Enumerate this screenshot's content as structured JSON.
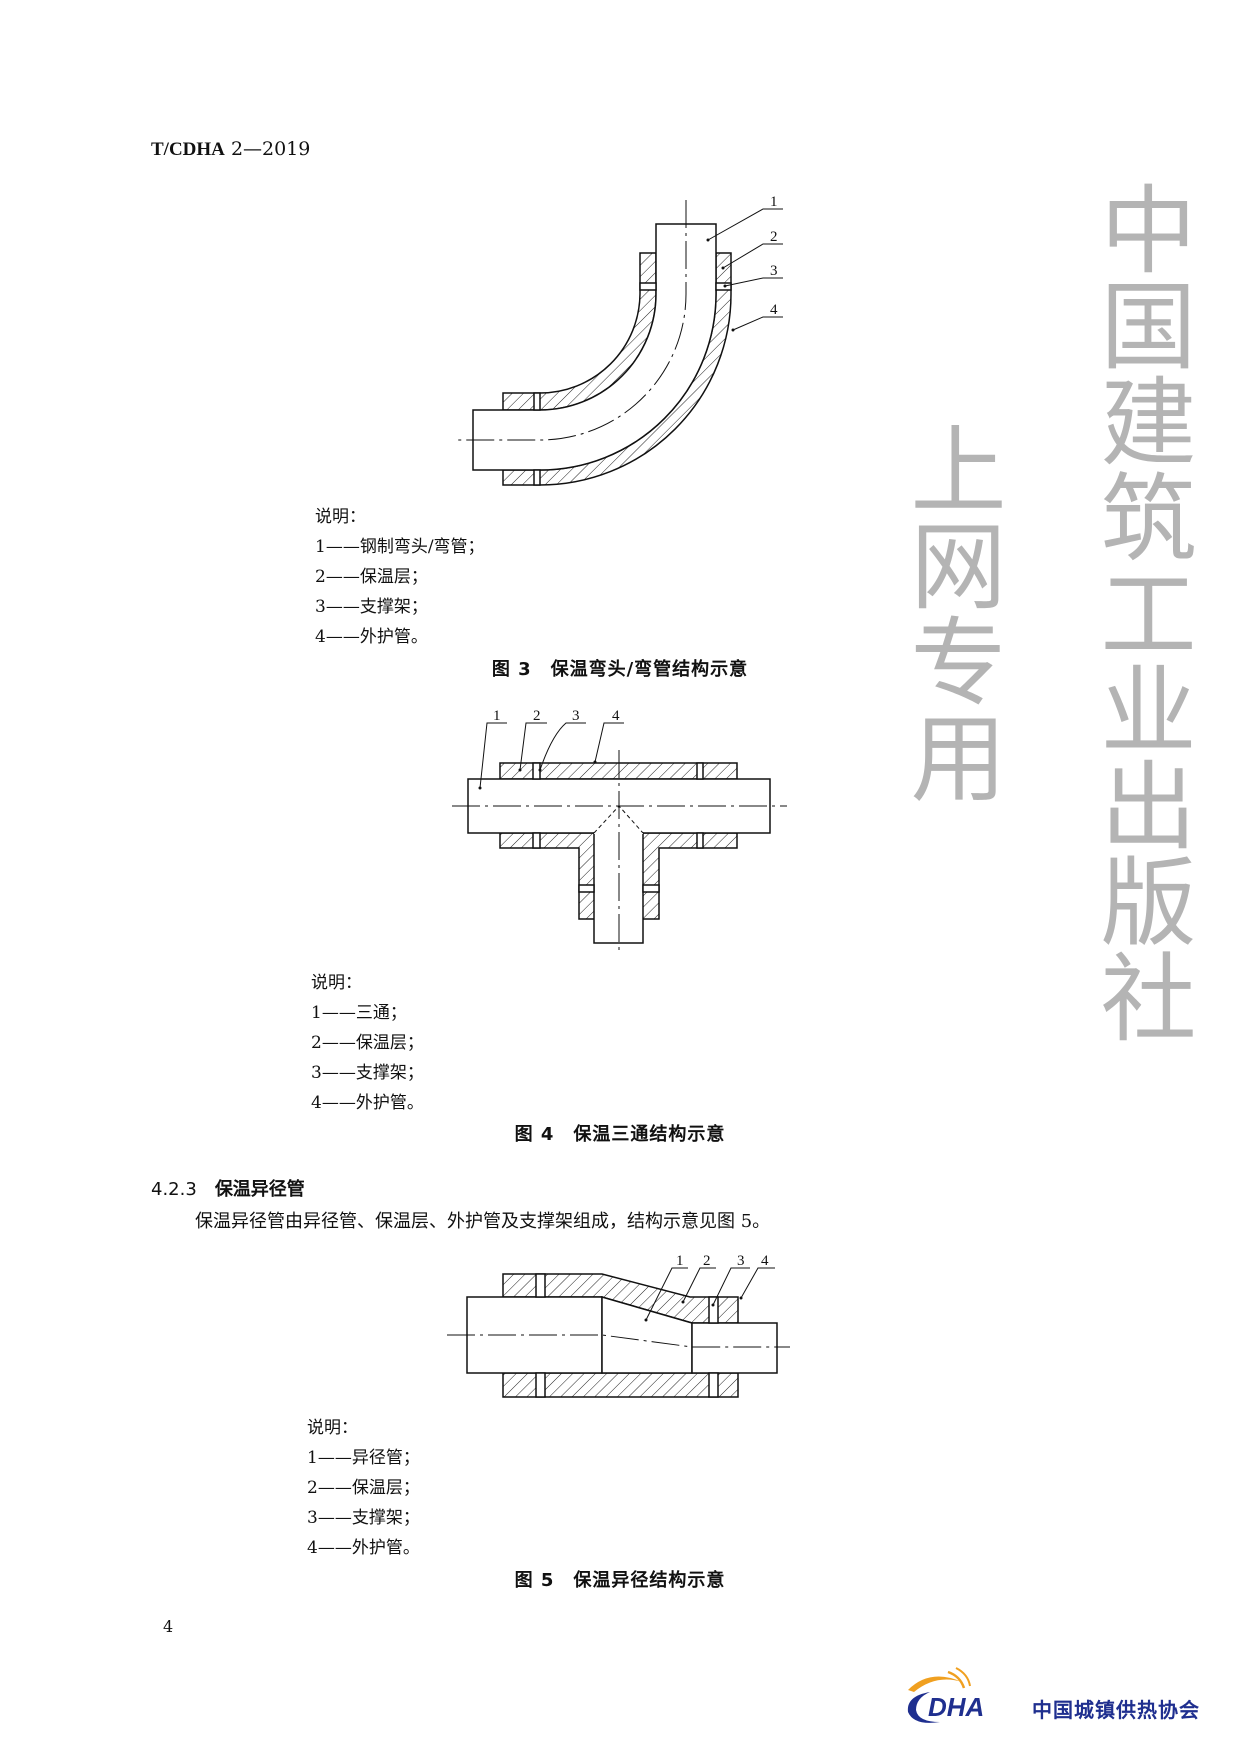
{
  "header": {
    "std_prefix": "T/CDHA",
    "std_number": "2—2019"
  },
  "figure3": {
    "labels": [
      "1",
      "2",
      "3",
      "4"
    ],
    "legend_title": "说明：",
    "legend": [
      "1——钢制弯头/弯管；",
      "2——保温层；",
      "3——支撑架；",
      "4——外护管。"
    ],
    "caption": "图 3　保温弯头/弯管结构示意"
  },
  "figure4": {
    "labels": [
      "1",
      "2",
      "3",
      "4"
    ],
    "legend_title": "说明：",
    "legend": [
      "1——三通；",
      "2——保温层；",
      "3——支撑架；",
      "4——外护管。"
    ],
    "caption": "图 4　保温三通结构示意"
  },
  "section": {
    "number": "4.2.3",
    "title": "保温异径管",
    "paragraph": "保温异径管由异径管、保温层、外护管及支撑架组成，结构示意见图 5。"
  },
  "figure5": {
    "labels": [
      "1",
      "2",
      "3",
      "4"
    ],
    "legend_title": "说明：",
    "legend": [
      "1——异径管；",
      "2——保温层；",
      "3——支撑架；",
      "4——外护管。"
    ],
    "caption": "图 5　保温异径结构示意"
  },
  "page_number": "4",
  "watermark": {
    "line1": "中国建筑工业出版社",
    "line2": "上网专用"
  },
  "logo": {
    "mark": "DHA",
    "org_name": "中国城镇供热协会",
    "colors": {
      "blue": "#1f2f8f",
      "orange": "#f0a020"
    }
  }
}
